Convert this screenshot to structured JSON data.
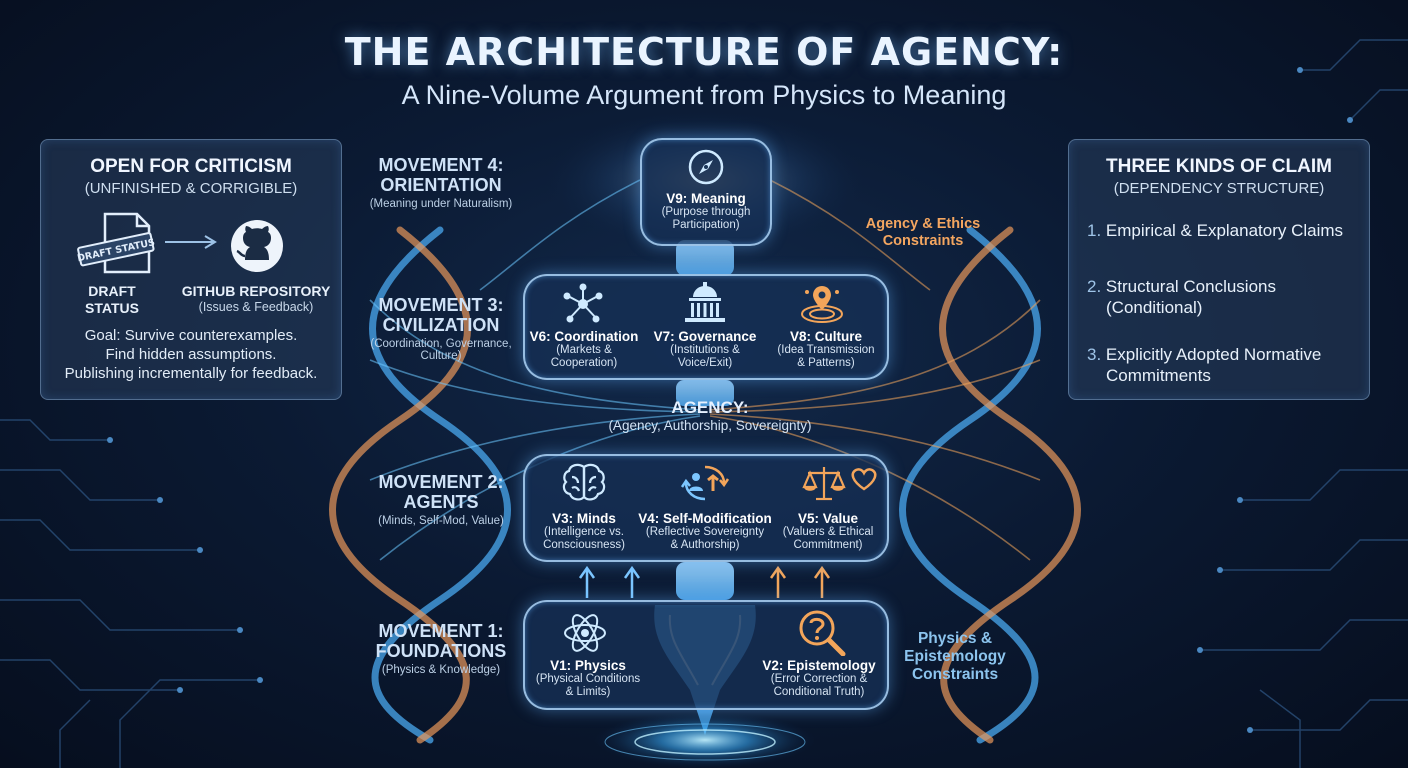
{
  "header": {
    "title": "THE ARCHITECTURE OF AGENCY:",
    "subtitle": "A Nine-Volume Argument from Physics to Meaning"
  },
  "left_panel": {
    "heading": "OPEN FOR CRITICISM",
    "subheading": "(UNFINISHED & CORRIGIBLE)",
    "stamp_text": "DRAFT STATUS",
    "draft_label_1": "DRAFT",
    "draft_label_2": "STATUS",
    "repo_label": "GITHUB REPOSITORY",
    "repo_sub": "(Issues & Feedback)",
    "goal_lines": [
      "Goal: Survive counterexamples.",
      "Find hidden assumptions.",
      "Publishing incrementally for feedback."
    ]
  },
  "right_panel": {
    "heading": "THREE KINDS OF CLAIM",
    "subheading": "(DEPENDENCY STRUCTURE)",
    "claims": [
      {
        "num": "1.",
        "text": "Empirical & Explanatory Claims",
        "text2": ""
      },
      {
        "num": "2.",
        "text": "Structural Conclusions",
        "text2": "(Conditional)"
      },
      {
        "num": "3.",
        "text": "Explicitly Adopted Normative",
        "text2": "Commitments"
      }
    ]
  },
  "movements": [
    {
      "head1": "MOVEMENT 4:",
      "head2": "ORIENTATION",
      "sub": [
        "(Meaning under Naturalism)"
      ]
    },
    {
      "head1": "MOVEMENT 3:",
      "head2": "CIVILIZATION",
      "sub": [
        "(Coordination, Governance,",
        "Culture)"
      ]
    },
    {
      "head1": "MOVEMENT 2:",
      "head2": "AGENTS",
      "sub": [
        "(Minds, Self-Mod, Value)"
      ]
    },
    {
      "head1": "MOVEMENT 1:",
      "head2": "FOUNDATIONS",
      "sub": [
        "(Physics & Knowledge)"
      ]
    }
  ],
  "volumes": {
    "v9": {
      "name": "V9: Meaning",
      "desc": [
        "(Purpose through",
        "Participation)"
      ],
      "icon": "compass-icon"
    },
    "v6": {
      "name": "V6: Coordination",
      "desc": [
        "(Markets &",
        "Cooperation)"
      ],
      "icon": "network-icon"
    },
    "v7": {
      "name": "V7: Governance",
      "desc": [
        "(Institutions &",
        "Voice/Exit)"
      ],
      "icon": "capitol-icon"
    },
    "v8": {
      "name": "V8: Culture",
      "desc": [
        "(Idea Transmission",
        "& Patterns)"
      ],
      "icon": "ripple-icon"
    },
    "v3": {
      "name": "V3: Minds",
      "desc": [
        "(Intelligence vs.",
        "Consciousness)"
      ],
      "icon": "brain-icon"
    },
    "v4": {
      "name": "V4: Self-Modification",
      "desc": [
        "(Reflective Sovereignty",
        "& Authorship)"
      ],
      "icon": "cycle-icon"
    },
    "v5": {
      "name": "V5: Value",
      "desc": [
        "(Valuers & Ethical",
        "Commitment)"
      ],
      "icon": "scales-heart-icon"
    },
    "v1": {
      "name": "V1: Physics",
      "desc": [
        "(Physical Conditions",
        "& Limits)"
      ],
      "icon": "atom-icon"
    },
    "v2": {
      "name": "V2: Epistemology",
      "desc": [
        "(Error Correction &",
        "Conditional Truth)"
      ],
      "icon": "magnifier-question-icon"
    }
  },
  "agency": {
    "head": "AGENCY:",
    "sub": "(Agency, Authorship, Sovereignty)"
  },
  "side_labels": {
    "ethics": [
      "Agency & Ethics",
      "Constraints"
    ],
    "physics": [
      "Physics &",
      "Epistemology",
      "Constraints"
    ]
  },
  "colors": {
    "accent_blue": "#6cc8ff",
    "accent_orange": "#f3a55a",
    "physics_label": "#8cc4ee",
    "ethics_label": "#f4a660"
  }
}
